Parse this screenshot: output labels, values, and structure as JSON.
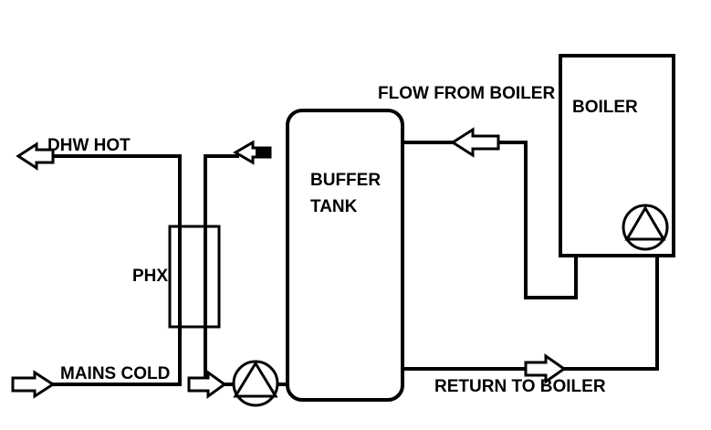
{
  "labels": {
    "dhw_hot": "DHW HOT",
    "mains_cold": "MAINS COLD",
    "phx": "PHX",
    "buffer_line1": "BUFFER",
    "buffer_line2": "TANK",
    "flow_from_boiler": "FLOW FROM BOILER",
    "boiler": "BOILER",
    "return_to_boiler": "RETURN TO BOILER"
  },
  "colors": {
    "line": "#000000",
    "background": "#ffffff"
  },
  "icons": [
    "pump-icon",
    "flow-arrow-icon"
  ]
}
